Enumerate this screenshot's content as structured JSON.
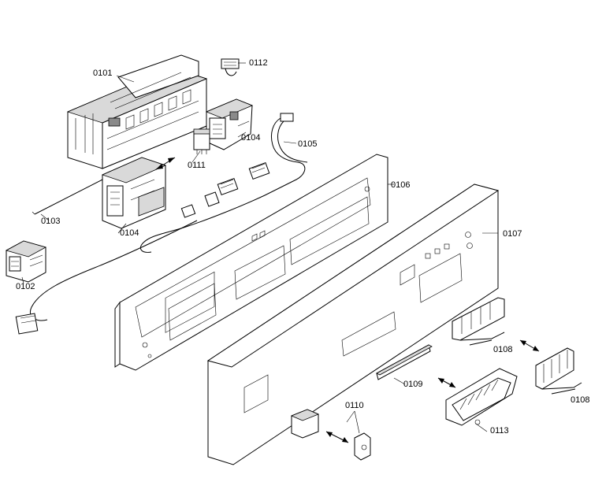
{
  "labels": {
    "p0101": "0101",
    "p0112": "0112",
    "p0104a": "0104",
    "p0104b": "0104",
    "p0111": "0111",
    "p0105": "0105",
    "p0106": "0106",
    "p0103": "0103",
    "p0102": "0102",
    "p0107": "0107",
    "p0108a": "0108",
    "p0108b": "0108",
    "p0109": "0109",
    "p0110": "0110",
    "p0113": "0113"
  }
}
